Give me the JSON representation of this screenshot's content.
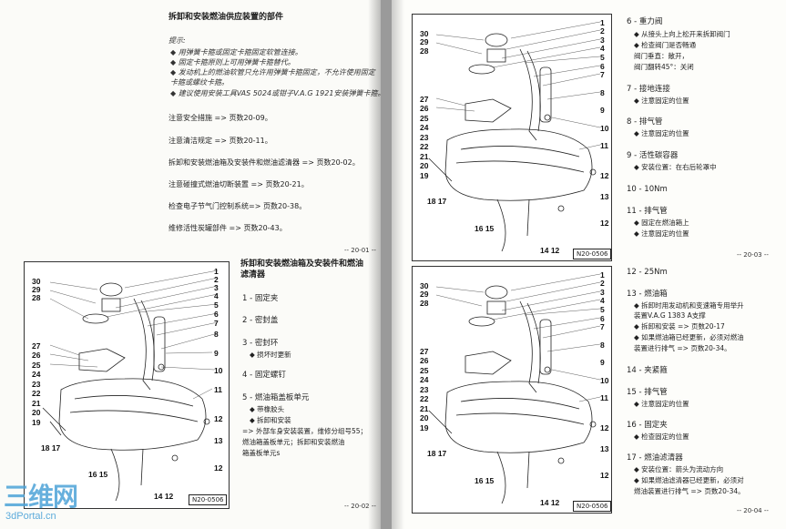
{
  "left_page": {
    "title": "拆卸和安装燃油供应装置的部件",
    "hint_label": "提示:",
    "hints": [
      "◆ 用弹簧卡箍或固定卡箍固定软管连接。",
      "◆ 固定卡箍原则上可用弹簧卡箍替代。",
      "◆ 发动机上的燃油软管只允许用弹簧卡箍固定，不允许使用固定",
      "   卡箍或螺纹卡箍。",
      "◆ 建议使用安装工具VAS 5024或钳子V.A.G 1921安装弹簧卡箍。"
    ],
    "refs": [
      "注意安全措施 => 页数20-09。",
      "注意清洁规定 => 页数20-11。",
      "拆卸和安装燃油箱及安装件和燃油滤清器 => 页数20-02。",
      "注意碰撞式燃油切断装置 => 页数20-21。",
      "检查电子节气门控制系统=> 页数20-38。",
      "维修活性炭罐部件 => 页数20-43。"
    ],
    "footer_top": "-- 20-01 --",
    "section_title_line1": "拆卸和安装燃油箱及安装件和燃油",
    "section_title_line2": "滤清器",
    "items": [
      {
        "head": "1 - 固定夹",
        "subs": []
      },
      {
        "head": "2 - 密封盖",
        "subs": []
      },
      {
        "head": "3 - 密封环",
        "subs": [
          "◆ 损坏时更新"
        ]
      },
      {
        "head": "4 - 固定螺钉",
        "subs": []
      },
      {
        "head": "5 - 燃油箱盖板单元",
        "subs": [
          "◆ 带橡胶头",
          "◆ 拆卸和安装",
          "=> 外部车身安装装置，维修分组号55；",
          "   燃油箱盖板单元；拆卸和安装燃油",
          "   箱盖板单元s"
        ]
      }
    ],
    "footer_bottom": "-- 20-02 --",
    "figure_code": "N20-0506"
  },
  "right_page": {
    "figure_code_top": "N20-0506",
    "figure_code_bottom": "N20-0506",
    "items_top": [
      {
        "head": "6 - 重力阀",
        "subs": [
          "◆ 从接头上向上松开来拆卸阀门",
          "◆ 检查阀门是否畅通",
          "   阀门垂直：敞开，",
          "   阀门翻转45°：关闭"
        ]
      },
      {
        "head": "7 - 接地连接",
        "subs": [
          "◆ 注意固定的位置"
        ]
      },
      {
        "head": "8 - 排气管",
        "subs": [
          "◆ 注意固定的位置"
        ]
      },
      {
        "head": "9 - 活性碳容器",
        "subs": [
          "◆ 安装位置：在右后轮罩中"
        ]
      },
      {
        "head": "10 - 10Nm",
        "subs": []
      },
      {
        "head": "11 - 排气管",
        "subs": [
          "◆ 固定在燃油箱上",
          "◆ 注意固定的位置"
        ]
      }
    ],
    "footer_top": "-- 20-03 --",
    "items_bottom": [
      {
        "head": "12 - 25Nm",
        "subs": []
      },
      {
        "head": "13 - 燃油箱",
        "subs": [
          "◆ 拆卸时用发动机和变速箱专用举升",
          "   装置V.A.G 1383 A支撑",
          "◆ 拆卸和安装 => 页数20-17",
          "◆ 如果燃油箱已经更新，必须对燃油",
          "   装置进行排气 => 页数20-34。"
        ]
      },
      {
        "head": "14 - 夹紧箍",
        "subs": []
      },
      {
        "head": "15 - 排气管",
        "subs": [
          "◆ 注意固定的位置"
        ]
      },
      {
        "head": "16 - 固定夹",
        "subs": [
          "◆ 检查固定的位置"
        ]
      },
      {
        "head": "17 - 燃油滤清器",
        "subs": [
          "◆ 安装位置：箭头为流动方向",
          "◆ 如果燃油滤清器已经更新，必须对",
          "   燃油装置进行排气 => 页数20-34。"
        ]
      }
    ],
    "footer_bottom": "-- 20-04 --"
  },
  "figure_labels": {
    "right_side": [
      "1",
      "2",
      "3",
      "4",
      "5",
      "6",
      "7",
      "8",
      "9",
      "10",
      "11",
      "12",
      "13",
      "12"
    ],
    "left_side": [
      "30",
      "29",
      "28",
      "27",
      "26",
      "25",
      "24",
      "23",
      "22",
      "21",
      "20",
      "19"
    ],
    "bottom": [
      "18 17",
      "16 15",
      "14 12"
    ]
  },
  "watermark": {
    "logo": "三维网",
    "text": "3dPortal.cn"
  }
}
